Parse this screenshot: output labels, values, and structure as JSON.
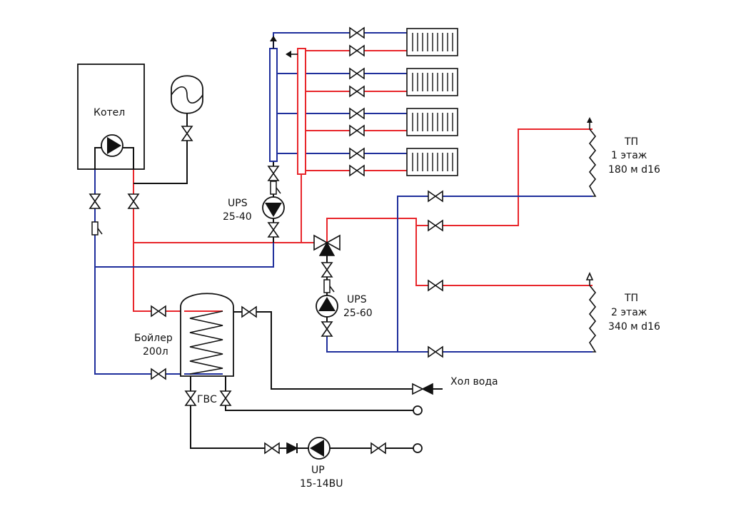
{
  "labels": {
    "boiler": "Котел",
    "ups_upper_1": "UPS",
    "ups_upper_2": "25-40",
    "ups_lower_1": "UPS",
    "ups_lower_2": "25-60",
    "tank_1": "Бойлер",
    "tank_2": "200л",
    "gvs": "ГВС",
    "cold_water": "Хол вода",
    "up_1": "UP",
    "up_2": "15-14BU",
    "tp1_1": "ТП",
    "tp1_2": "1 этаж",
    "tp1_3": "180 м d16",
    "tp2_1": "ТП",
    "tp2_2": "2 этаж",
    "tp2_3": "340 м d16"
  },
  "colors": {
    "supply": "#e8262b",
    "return": "#1f2f9c",
    "line": "#111111"
  },
  "icons": [
    "pump-icon",
    "valve-icon",
    "check-valve-icon",
    "expansion-tank-icon",
    "radiator-icon",
    "filter-icon",
    "three-way-valve-icon",
    "coil-icon",
    "tap-icon"
  ]
}
